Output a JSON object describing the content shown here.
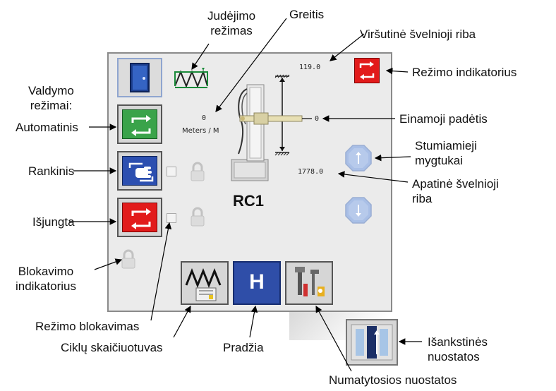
{
  "colors": {
    "panel_bg": "#ebebeb",
    "auto_green": "#3aa34a",
    "manual_blue": "#2c4fb0",
    "off_red": "#e21b1b",
    "home_blue": "#2f4ea8",
    "push_blue": "#9db5e2"
  },
  "panel": {
    "title": "RC1",
    "speed_value": "0",
    "speed_unit": "Meters / M",
    "upper_limit": "119.0",
    "lower_limit": "1778.0",
    "position_value": "0",
    "home_label": "H"
  },
  "callouts": {
    "motion_mode": "Judėjimo\nrežimas",
    "speed": "Greitis",
    "upper_soft_limit": "Viršutinė švelnioji riba",
    "mode_indicator": "Režimo indikatorius",
    "control_modes": "Valdymo\nrežimai:",
    "automatic": "Automatinis",
    "current_position": "Einamoji padėtis",
    "push_buttons": "Stumiamieji\nmygtukai",
    "manual": "Rankinis",
    "lower_soft_limit": "Apatinė švelnioji\nriba",
    "off": "Išjungta",
    "lock_indicator": "Blokavimo\nindikatorius",
    "mode_lock": "Režimo blokavimas",
    "cycle_counter": "Ciklų skaičiuotuvas",
    "home": "Pradžia",
    "presets": "Išankstinės\nnuostatos",
    "defaults": "Numatytosios nuostatos"
  }
}
